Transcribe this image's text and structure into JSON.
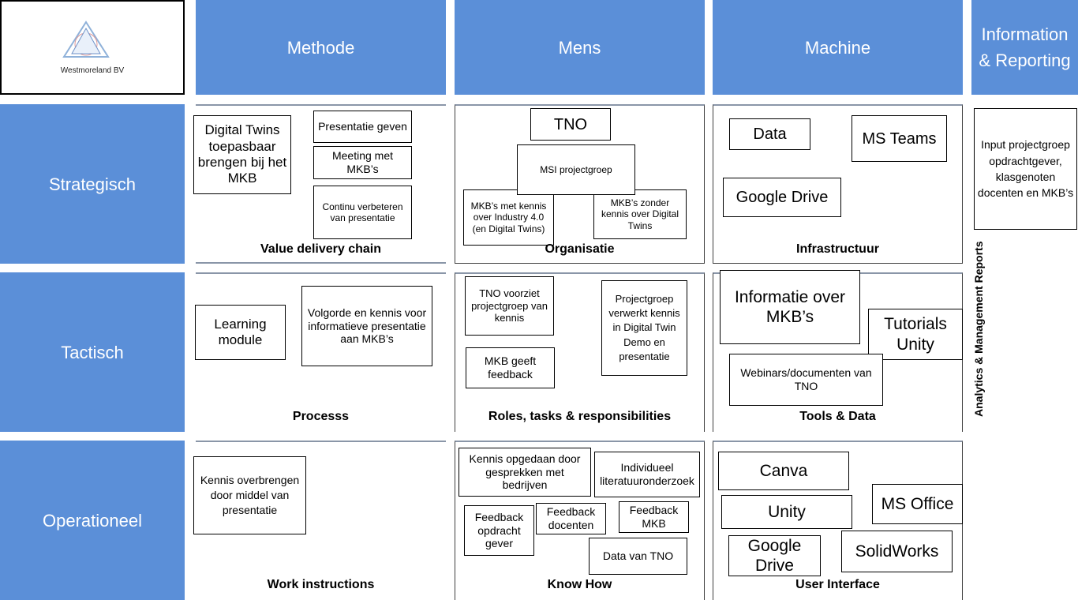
{
  "company": {
    "name": "Westmoreland BV"
  },
  "columns": [
    "Methode",
    "Mens",
    "Machine",
    "Information & Reporting"
  ],
  "rows": [
    "Strategisch",
    "Tactisch",
    "Operationeel"
  ],
  "cells": {
    "methode_strat": {
      "label": "Value delivery chain",
      "boxes": [
        "Digital Twins toepasbaar brengen bij het MKB",
        "Presentatie geven",
        "Meeting met MKB’s",
        "Continu verbeteren van presentatie"
      ]
    },
    "mens_strat": {
      "label": "Organisatie",
      "boxes": [
        "TNO",
        "MSI projectgroep",
        "MKB’s met kennis over Industry 4.0 (en Digital Twins)",
        "MKB’s zonder kennis over Digital Twins"
      ]
    },
    "machine_strat": {
      "label": "Infrastructuur",
      "boxes": [
        "Data",
        "MS Teams",
        "Google Drive"
      ]
    },
    "methode_tact": {
      "label": "Processs",
      "boxes": [
        "Learning module",
        "Volgorde en kennis voor informatieve presentatie aan MKB’s"
      ]
    },
    "mens_tact": {
      "label": "Roles, tasks & responsibilities",
      "boxes": [
        "TNO voorziet projectgroep van kennis",
        "MKB geeft feedback",
        "Projectgroep verwerkt kennis in Digital Twin Demo en presentatie"
      ]
    },
    "machine_tact": {
      "label": "Tools & Data",
      "boxes": [
        "Informatie over MKB’s",
        "Tutorials Unity",
        "Webinars/documenten van TNO"
      ]
    },
    "methode_oper": {
      "label": "Work instructions",
      "boxes": [
        "Kennis overbrengen door middel van presentatie"
      ]
    },
    "mens_oper": {
      "label": "Know How",
      "boxes": [
        "Kennis opgedaan door gesprekken met bedrijven",
        "Individueel literatuuronderzoek",
        "Feedback opdracht gever",
        "Feedback docenten",
        "Feedback MKB",
        "Data van TNO"
      ]
    },
    "machine_oper": {
      "label": "User Interface",
      "boxes": [
        "Canva",
        "Unity",
        "MS Office",
        "Google Drive",
        "SolidWorks"
      ]
    }
  },
  "info": {
    "box": "Input projectgroep opdrachtgever, klasgenoten docenten en MKB’s",
    "vertical_label": "Analytics & Management Reports"
  }
}
